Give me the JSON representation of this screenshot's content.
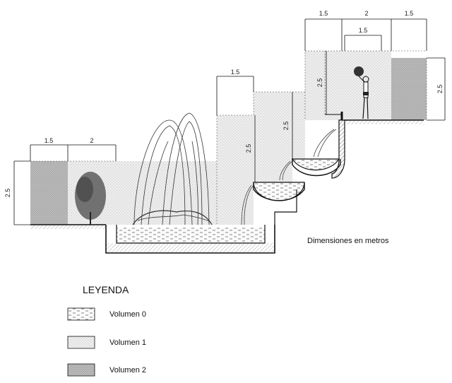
{
  "note": "Dimensiones en metros",
  "legend": {
    "title": "LEYENDA",
    "items": [
      {
        "label": "Volumen 0",
        "pattern": "dashes"
      },
      {
        "label": "Volumen 1",
        "pattern": "dots"
      },
      {
        "label": "Volumen 2",
        "pattern": "dense"
      }
    ]
  },
  "dimensions": {
    "left_width_a": "1.5",
    "left_width_b": "2",
    "left_height": "2.5",
    "mid_width": "1.5",
    "mid_height_a": "2.5",
    "mid_height_b": "2.5",
    "right_width_a": "1.5",
    "right_width_b": "2",
    "right_width_c": "1.5",
    "right_inner_width": "1.5",
    "right_height_a": "2.5",
    "right_height_b": "2.5"
  },
  "colors": {
    "line": "#111111",
    "volume1_fill": "#ededed",
    "volume2_fill": "#b9b9b9",
    "water_fill": "#f3f3f3"
  }
}
